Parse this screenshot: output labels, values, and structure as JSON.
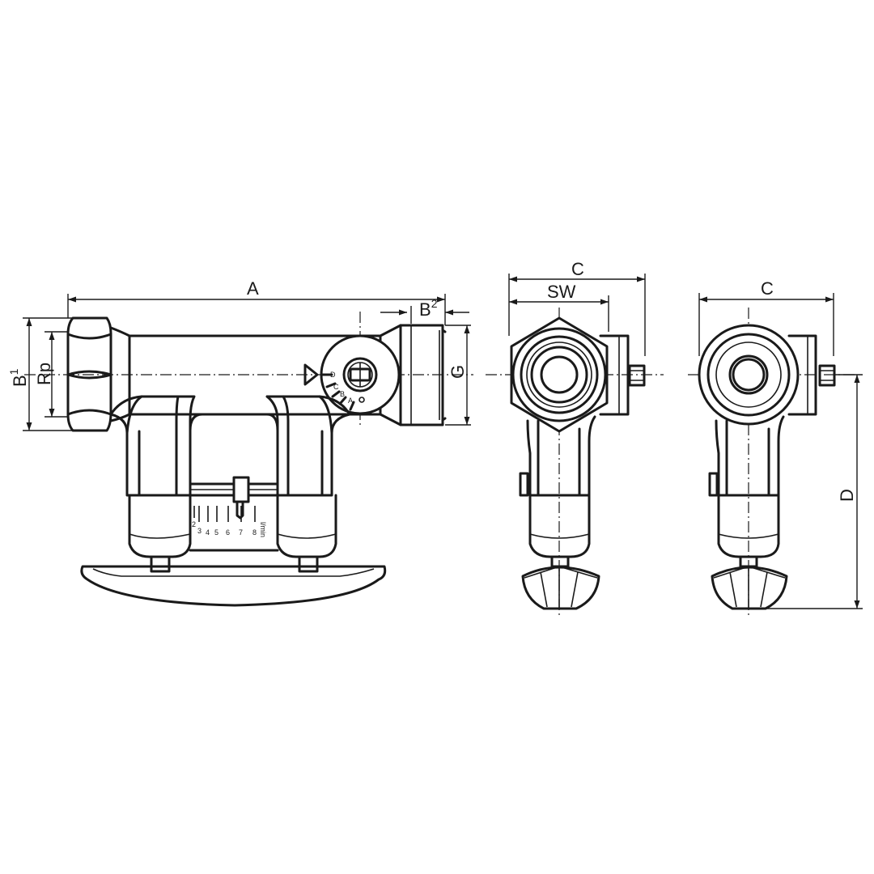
{
  "labels": {
    "A": "A",
    "B": "B",
    "B1_sup": "1",
    "B2_sup": "2",
    "Rp": "Rp",
    "G": "G",
    "C_front": "C",
    "C_side": "C",
    "SW": "SW",
    "D": "D"
  },
  "dial_marks": [
    "D",
    "C",
    "B",
    "A"
  ],
  "scale": {
    "unit": "l/min",
    "numbers": [
      "2",
      "3",
      "4",
      "5",
      "6",
      "7",
      "8"
    ]
  }
}
